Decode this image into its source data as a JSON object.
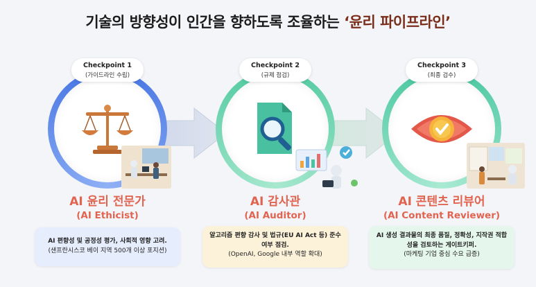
{
  "title": {
    "main": "기술의 방향성이 인간을 향하도록 조율하는",
    "highlight": "‘윤리 파이프라인’"
  },
  "columns": [
    {
      "checkpoint": "Checkpoint 1",
      "checkpoint_sub": "(가이드라인 수립)",
      "role_ko": "AI 윤리 전문가",
      "role_en": "(AI Ethicist)",
      "desc_bold": "AI 편향성 및 공정성 평가, 사회적 영향 고려.",
      "desc_sub": "(샌프란시스코 베이 지역 500개 이상 포지션)",
      "icon": "scales-icon",
      "ring_color": "#4f7de6",
      "box_color": "#e7eefc"
    },
    {
      "checkpoint": "Checkpoint 2",
      "checkpoint_sub": "(규제 점검)",
      "role_ko": "AI 감사관",
      "role_en": "(AI Auditor)",
      "desc_bold": "알고리즘 편향 감사 및 법규(EU AI Act 등) 준수 여부 점검.",
      "desc_sub": "(OpenAI, Google 내부 역할 확대)",
      "icon": "magnifier-document-icon",
      "ring_color": "#5fd0a8",
      "box_color": "#fdf3dc"
    },
    {
      "checkpoint": "Checkpoint 3",
      "checkpoint_sub": "(최종 검수)",
      "role_ko": "AI 콘텐츠 리뷰어",
      "role_en": "(AI Content Reviewer)",
      "desc_bold": "AI 생성 결과물의 최종 품질, 정확성, 지작권 적합성을 검토하는 게이트키퍼.",
      "desc_sub": "(마케팅 기업 중심 수요 급증)",
      "icon": "eye-check-icon",
      "ring_color": "#4fc9a8",
      "box_color": "#e6f6ee"
    }
  ]
}
